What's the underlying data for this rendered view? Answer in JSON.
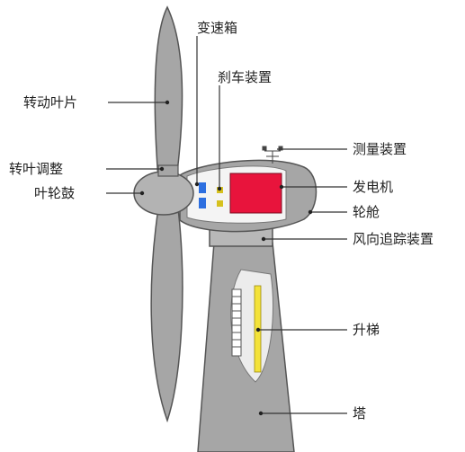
{
  "labels": {
    "gearbox": "变速箱",
    "brake": "刹车装置",
    "rotor_blade": "转动叶片",
    "measuring_device": "测量装置",
    "pitch_adjust": "转叶调整",
    "generator": "发电机",
    "hub": "叶轮鼓",
    "nacelle": "轮舱",
    "yaw_device": "风向追踪装置",
    "ladder": "升梯",
    "tower": "塔"
  },
  "colors": {
    "structure_gray": "#a6a6a6",
    "structure_dark": "#555555",
    "generator_red": "#e8143c",
    "gearbox_blue": "#2d6fe0",
    "brake_yellow": "#d6c11e",
    "ladder_yellow": "#f3e23a",
    "cutaway_fill": "#ececec"
  }
}
